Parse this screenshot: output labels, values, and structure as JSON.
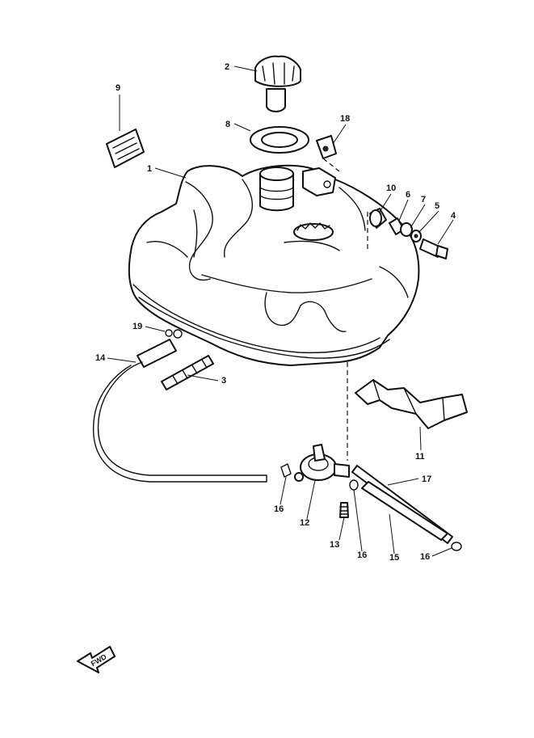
{
  "callouts": {
    "c1": "1",
    "c2": "2",
    "c3": "3",
    "c4": "4",
    "c5": "5",
    "c6": "6",
    "c7": "7",
    "c8": "8",
    "c9": "9",
    "c10": "10",
    "c11": "11",
    "c12": "12",
    "c13": "13",
    "c14": "14",
    "c15": "15",
    "c16a": "16",
    "c16b": "16",
    "c16c": "16",
    "c17": "17",
    "c18": "18",
    "c19": "19"
  },
  "direction_arrow": {
    "label": "FWD"
  }
}
